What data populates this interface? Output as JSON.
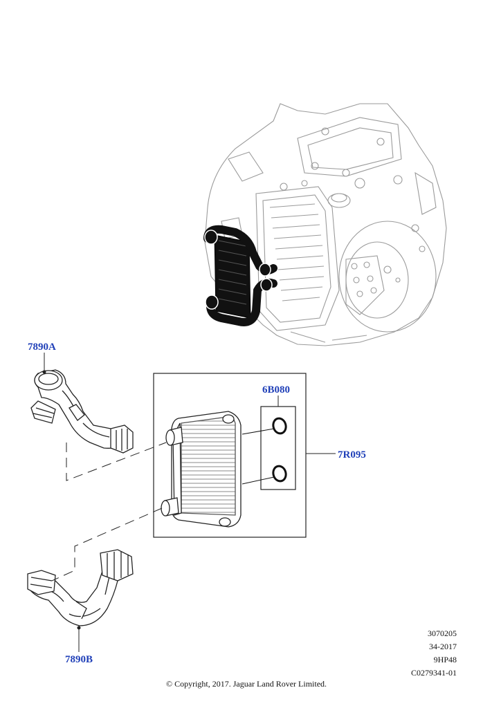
{
  "callouts": {
    "hose_upper": "7890A",
    "hose_lower": "7890B",
    "o_rings": "6B080",
    "cooler_kit": "7R095"
  },
  "footer": {
    "code_1": "3070205",
    "code_2": "34-2017",
    "code_3": "9HP48",
    "code_4": "C0279341-01",
    "copyright": "© Copyright, 2017. Jaguar Land Rover Limited."
  },
  "colors": {
    "callout": "#1f3fb8",
    "line": "#222222",
    "highlight": "#111111"
  }
}
